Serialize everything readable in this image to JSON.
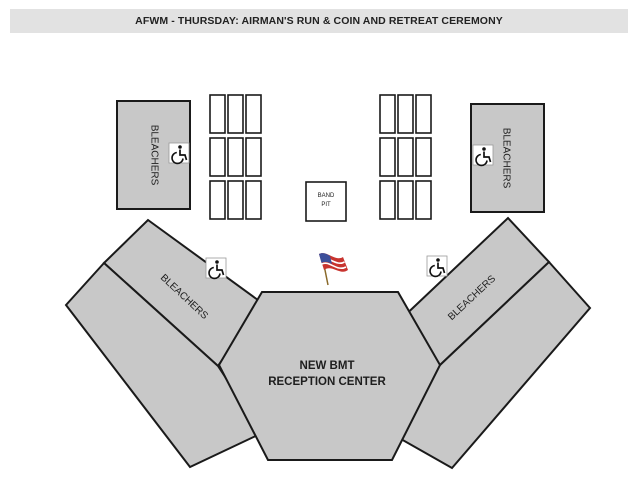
{
  "title": "AFWM  -  THURSDAY:  AIRMAN'S RUN & COIN AND RETREAT CEREMONY",
  "labels": {
    "bleachers_left_top": "BLEACHERS",
    "bleachers_right_top": "BLEACHERS",
    "bleachers_left_diag": "BLEACHERS",
    "bleachers_right_diag": "BLEACHERS",
    "band_pit_line1": "BAND",
    "band_pit_line2": "PIT",
    "reception_line1": "NEW BMT",
    "reception_line2": "RECEPTION CENTER"
  },
  "icons": [
    "wheelchair-icon",
    "flag-icon"
  ],
  "colors": {
    "structure_fill": "#c8c8c8",
    "outline": "#1a1a1a",
    "title_bar": "#e2e2e2"
  }
}
